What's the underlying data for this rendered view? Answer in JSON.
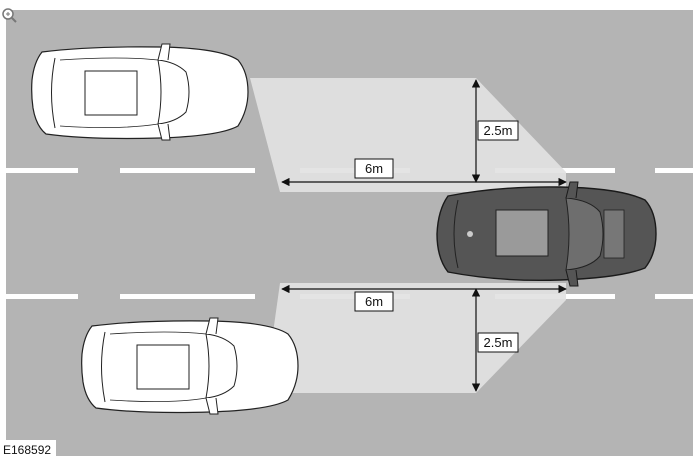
{
  "diagram": {
    "dimension_labels": {
      "upper_height": "2.5m",
      "upper_length": "6m",
      "lower_length": "6m",
      "lower_height": "2.5m"
    },
    "figure_id": "E168592",
    "icons": {
      "zoom": "magnifier-icon"
    }
  }
}
